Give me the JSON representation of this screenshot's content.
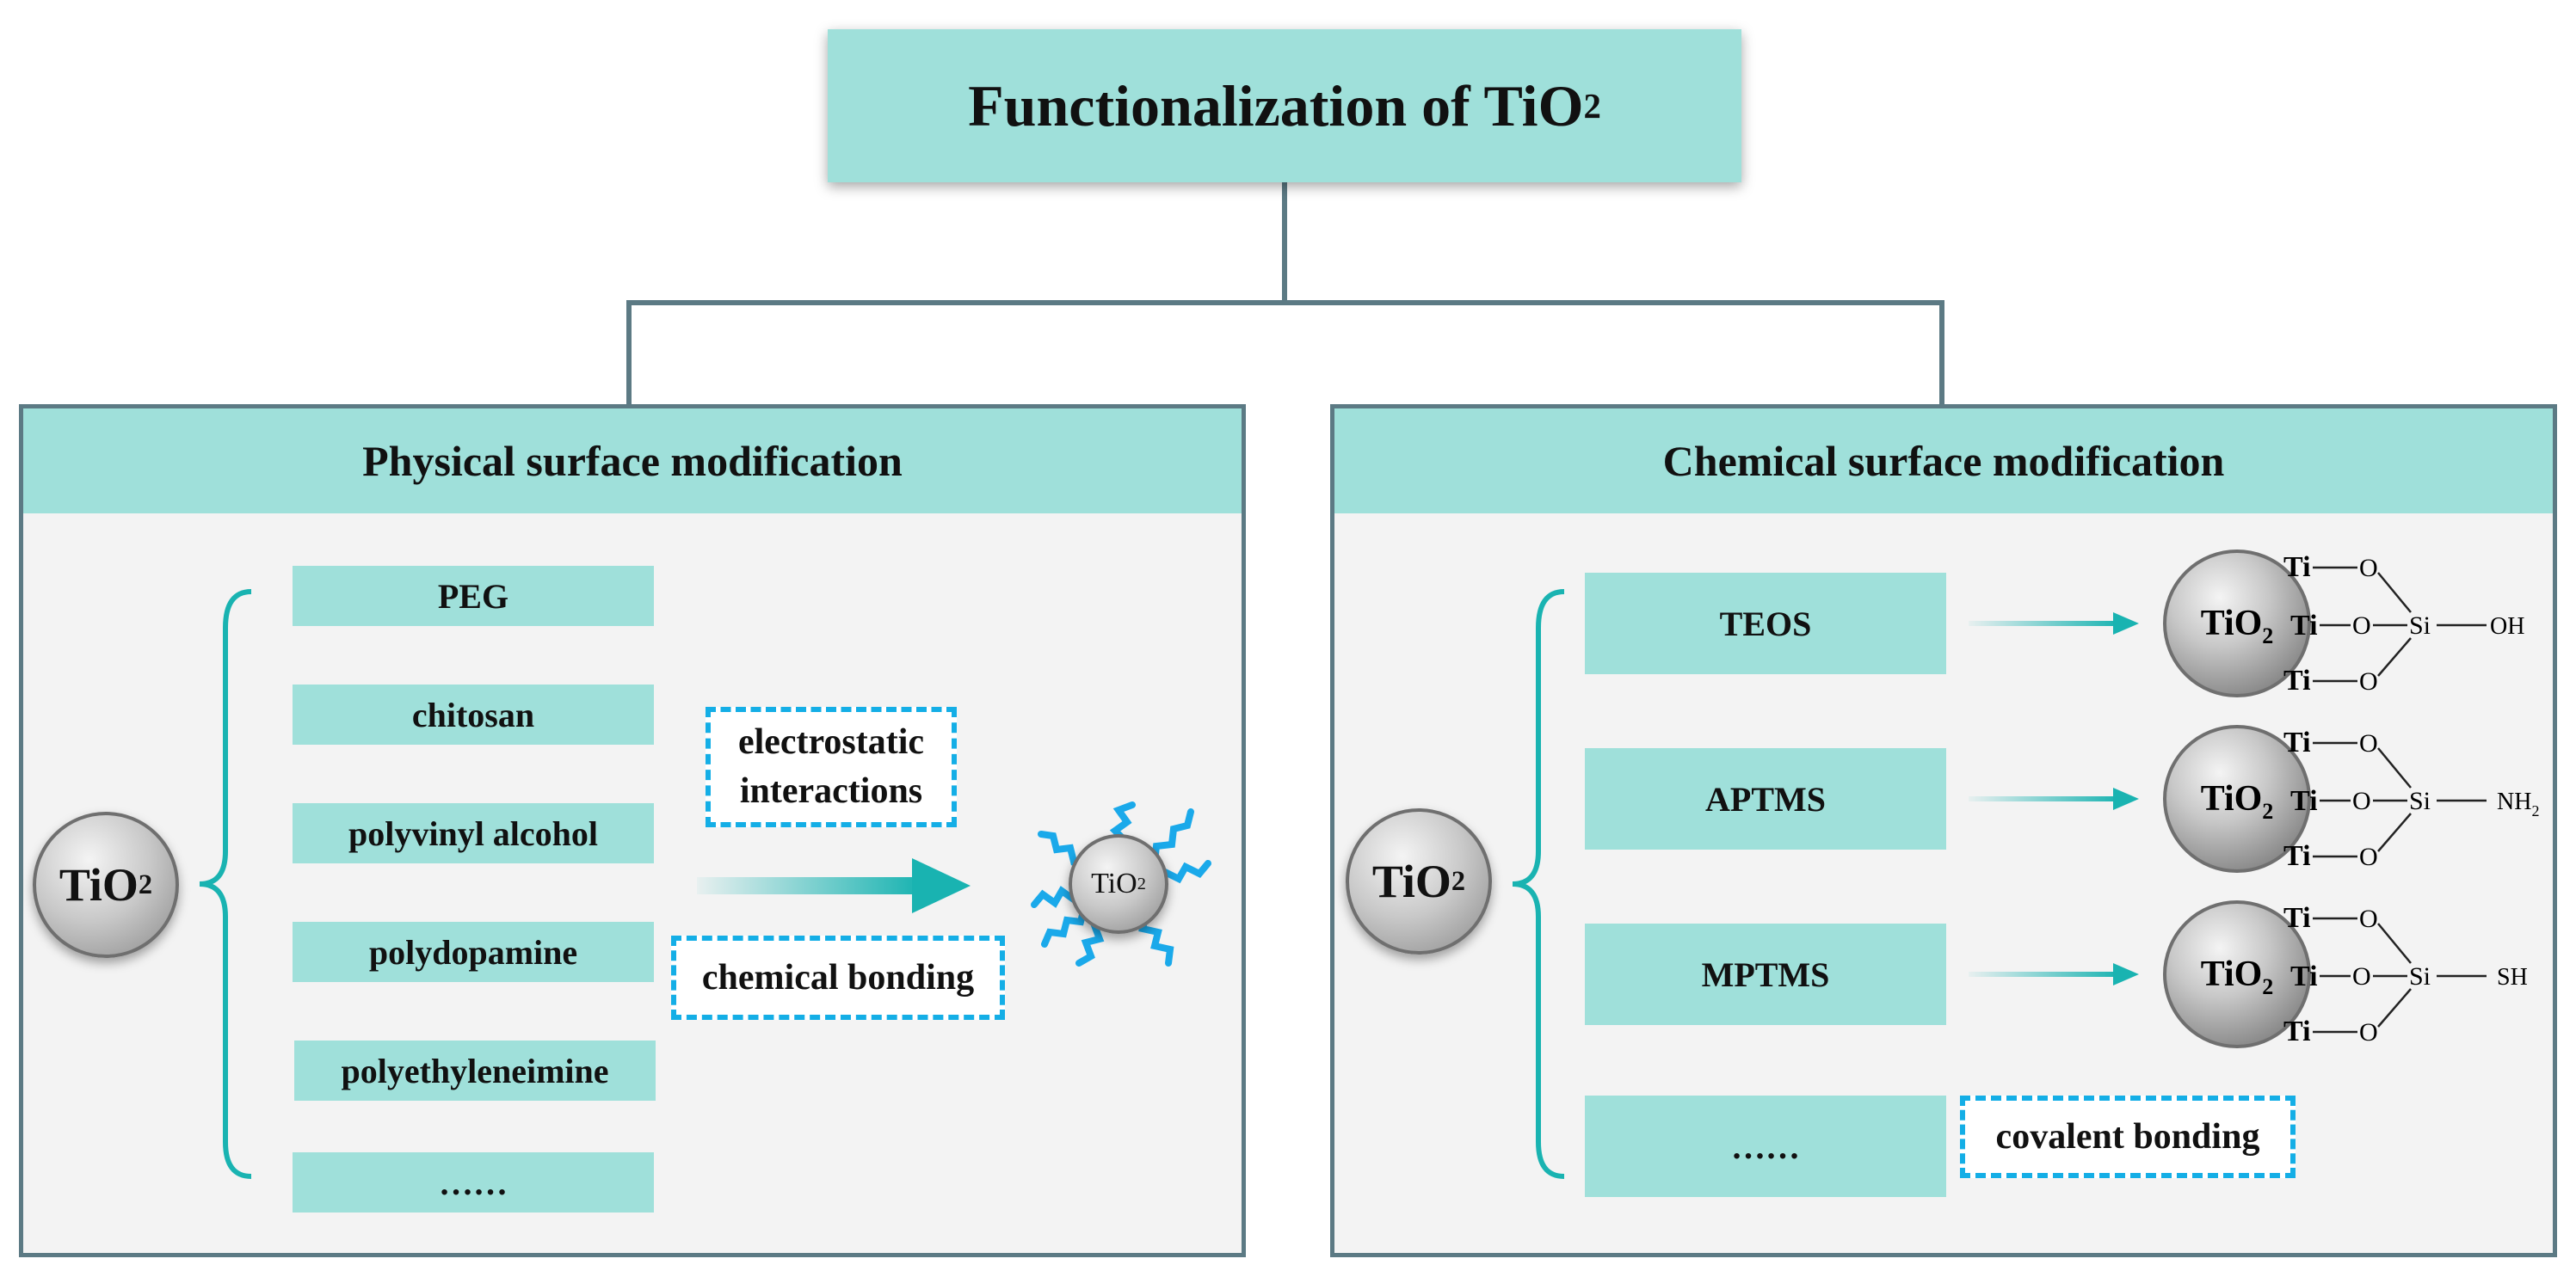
{
  "title": {
    "text": "Functionalization of TiO",
    "sub": "2"
  },
  "tio2": {
    "text": "TiO",
    "sub": "2"
  },
  "physical": {
    "header": "Physical surface modification",
    "items": [
      "PEG",
      "chitosan",
      "polyvinyl alcohol",
      "polydopamine",
      "polyethyleneimine",
      "……"
    ],
    "labels": {
      "electrostatic_1": "electrostatic",
      "electrostatic_2": "interactions",
      "chemical": "chemical bonding"
    }
  },
  "chemical": {
    "header": "Chemical surface modification",
    "items": [
      "TEOS",
      "APTMS",
      "MPTMS",
      "……"
    ],
    "covalent": "covalent bonding",
    "structure": {
      "ti": "Ti",
      "o": "O",
      "si": "Si",
      "groups": [
        {
          "text": "OH",
          "sub": ""
        },
        {
          "text": "NH",
          "sub": "2"
        },
        {
          "text": "SH",
          "sub": ""
        }
      ]
    }
  },
  "colors": {
    "mint": "#9fe0da",
    "teal": "#19b3b1",
    "frame": "#5c7a84",
    "dash": "#14aee6",
    "chain": "#1aa9ea"
  }
}
